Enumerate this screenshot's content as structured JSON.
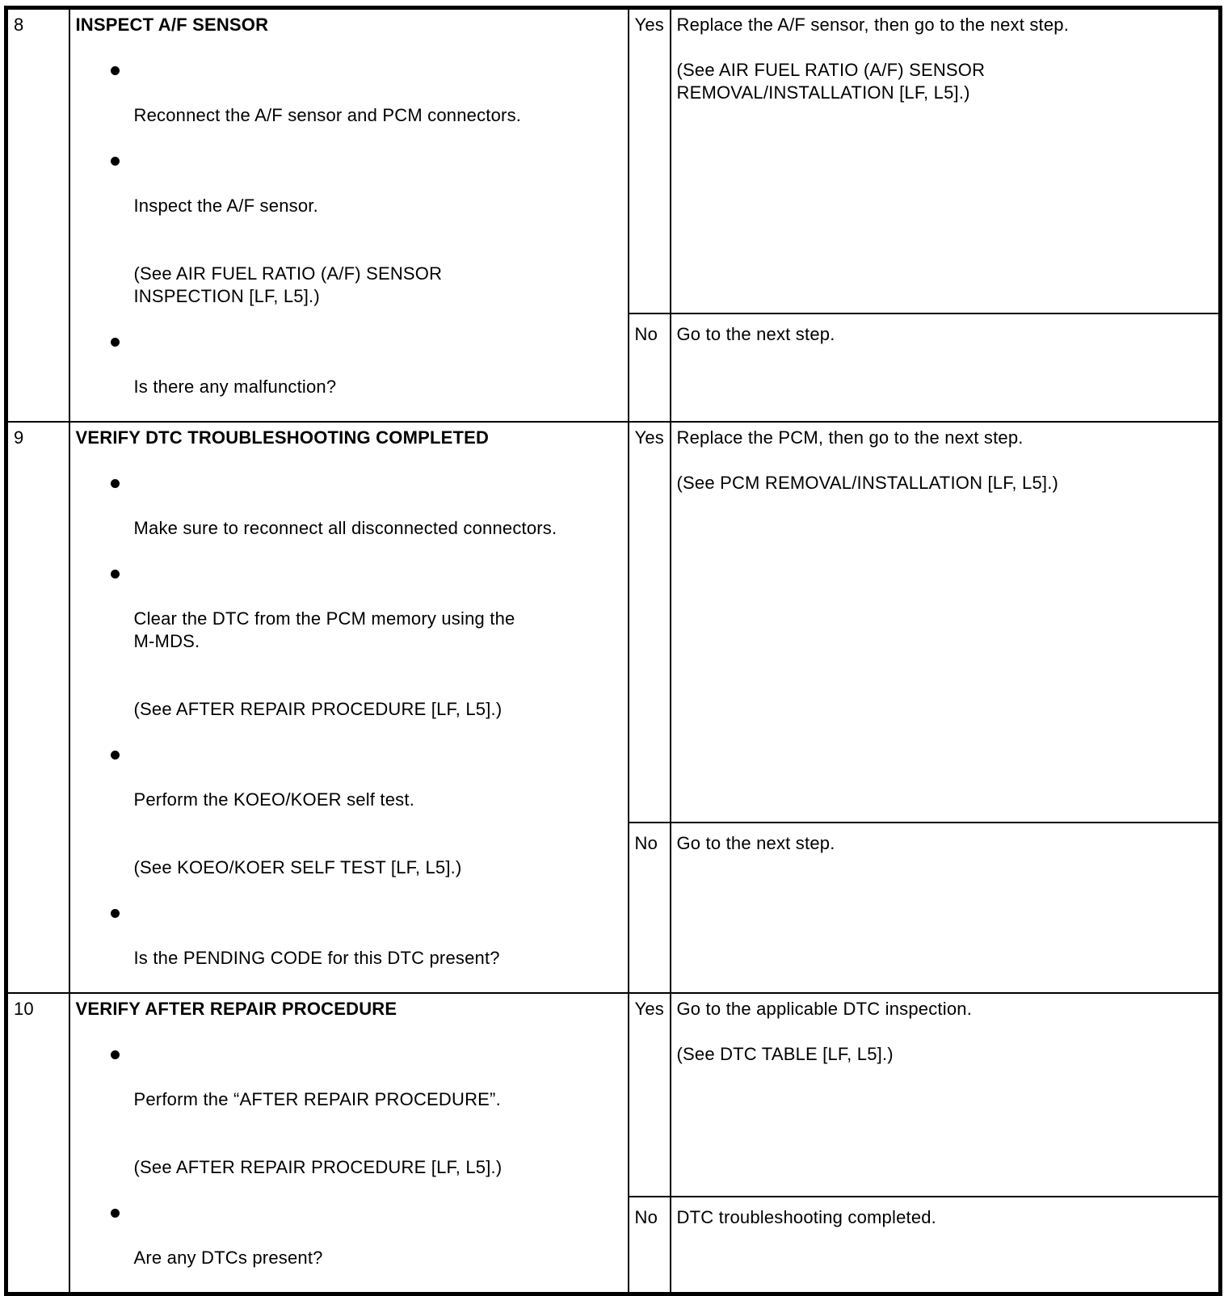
{
  "table": {
    "steps": [
      {
        "number": "8",
        "title": "INSPECT A/F SENSOR",
        "procedure": [
          {
            "bullet": true,
            "text": "Reconnect the A/F sensor and PCM connectors."
          },
          {
            "bullet": true,
            "text": "Inspect the A/F sensor."
          },
          {
            "bullet": false,
            "text": [
              "(See AIR FUEL RATIO (A/F) SENSOR",
              "INSPECTION [LF, L5].)"
            ]
          },
          {
            "bullet": true,
            "text": "Is there any malfunction?"
          }
        ],
        "yes": {
          "label": "Yes",
          "action": [
            "Replace the A/F sensor, then go to the next step.",
            [
              "(See AIR FUEL RATIO (A/F) SENSOR",
              "REMOVAL/INSTALLATION [LF, L5].)"
            ]
          ]
        },
        "no": {
          "label": "No",
          "action": [
            "Go to the next step."
          ]
        }
      },
      {
        "number": "9",
        "title": "VERIFY DTC TROUBLESHOOTING COMPLETED",
        "procedure": [
          {
            "bullet": true,
            "text": "Make sure to reconnect all disconnected connectors."
          },
          {
            "bullet": true,
            "text": [
              "Clear the DTC from the PCM memory using the",
              "M-MDS."
            ]
          },
          {
            "bullet": false,
            "text": "(See AFTER REPAIR PROCEDURE [LF, L5].)"
          },
          {
            "bullet": true,
            "text": "Perform the KOEO/KOER self test."
          },
          {
            "bullet": false,
            "text": "(See KOEO/KOER SELF TEST [LF, L5].)"
          },
          {
            "bullet": true,
            "text": "Is the PENDING CODE for this DTC present?"
          }
        ],
        "yes": {
          "label": "Yes",
          "action": [
            "Replace the PCM, then go to the next step.",
            "(See PCM REMOVAL/INSTALLATION [LF, L5].)"
          ]
        },
        "no": {
          "label": "No",
          "action": [
            "Go to the next step."
          ]
        }
      },
      {
        "number": "10",
        "title": "VERIFY AFTER REPAIR PROCEDURE",
        "procedure": [
          {
            "bullet": true,
            "text": "Perform the “AFTER REPAIR PROCEDURE”."
          },
          {
            "bullet": false,
            "text": "(See AFTER REPAIR PROCEDURE [LF, L5].)"
          },
          {
            "bullet": true,
            "text": "Are any DTCs present?"
          }
        ],
        "yes": {
          "label": "Yes",
          "action": [
            "Go to the applicable DTC inspection.",
            "(See DTC TABLE [LF, L5].)"
          ]
        },
        "no": {
          "label": "No",
          "action": [
            "DTC troubleshooting completed."
          ]
        }
      }
    ],
    "colors": {
      "border": "#000000",
      "text": "#000000",
      "background": "#ffffff"
    }
  }
}
